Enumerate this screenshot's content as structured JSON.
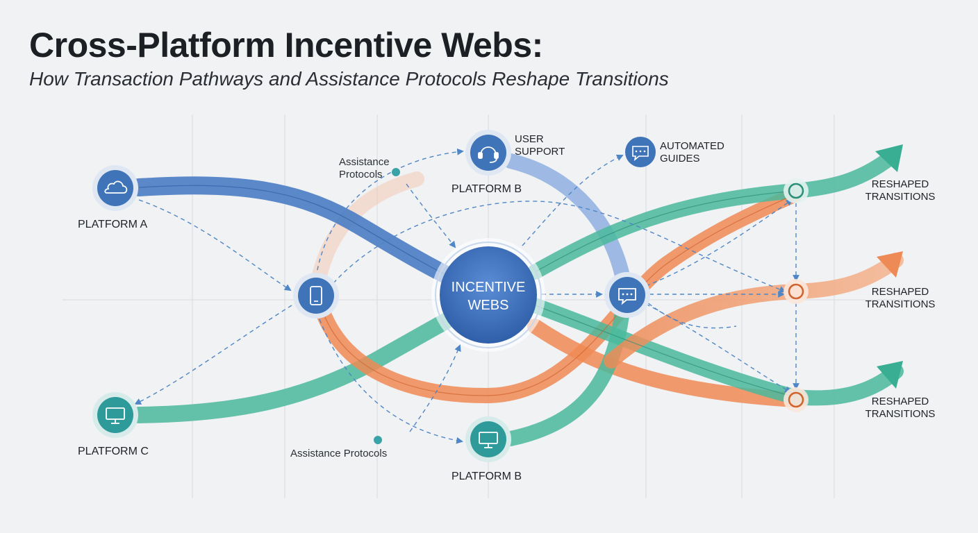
{
  "header": {
    "title": "Cross-Platform Incentive Webs:",
    "subtitle": "How Transaction Pathways and Assistance Protocols Reshape Transitions"
  },
  "nodes": {
    "platform_a": {
      "label": "PLATFORM A",
      "icon": "cloud-icon"
    },
    "platform_b_top": {
      "label": "PLATFORM B",
      "icon": "headset-icon"
    },
    "user_support": {
      "label_line1": "USER",
      "label_line2": "SUPPORT"
    },
    "automated_guides": {
      "label_line1": "AUTOMATED",
      "label_line2": "GUIDES",
      "icon": "chat-icon"
    },
    "platform_c": {
      "label": "PLATFORM C",
      "icon": "monitor-icon"
    },
    "platform_b_bottom": {
      "label": "PLATFORM B",
      "icon": "monitor-icon"
    },
    "mobile_hub": {
      "icon": "smartphone-icon"
    },
    "chat_hub": {
      "icon": "chat-icon"
    },
    "incentive_webs": {
      "label_line1": "INCENTIVE",
      "label_line2": "WEBS"
    },
    "assistance_top": {
      "label_line1": "Assistance",
      "label_line2": "Protocols"
    },
    "assistance_bottom": {
      "label": "Assistance Protocols"
    },
    "outcomes": [
      {
        "label_line1": "RESHAPED",
        "label_line2": "TRANSITIONS"
      },
      {
        "label_line1": "RESHAPED",
        "label_line2": "TRANSITIONS"
      },
      {
        "label_line1": "RESHAPED",
        "label_line2": "TRANSITIONS"
      }
    ]
  },
  "colors": {
    "blue": "#4a7cc4",
    "light_blue": "#8fb0e0",
    "teal": "#4ab99c",
    "orange": "#ee8a55",
    "node_blue": "#3f74b9",
    "node_teal": "#2f9a9a",
    "dash": "#4f86c6"
  }
}
